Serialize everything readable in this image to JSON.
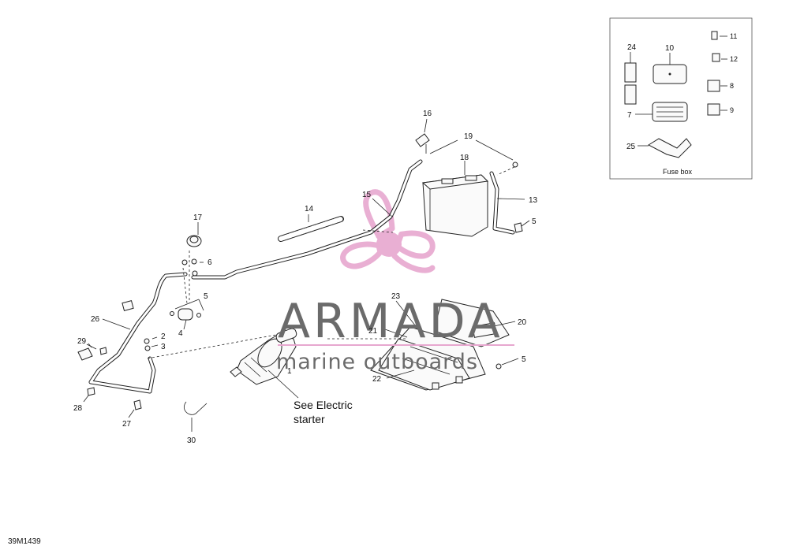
{
  "diagram": {
    "reference_code": "39M1439",
    "callouts": {
      "c1": "1",
      "c3": "3",
      "c2": "2",
      "c4": "4",
      "c5a": "5",
      "c5b": "5",
      "c5c": "5",
      "c6": "6",
      "c13": "13",
      "c14": "14",
      "c15": "15",
      "c16": "16",
      "c17": "17",
      "c18": "18",
      "c19": "19",
      "c20": "20",
      "c21": "21",
      "c22": "22",
      "c23": "23",
      "c26": "26",
      "c27": "27",
      "c28": "28",
      "c29": "29",
      "c30": "30"
    },
    "note_line1": "See Electric",
    "note_line2": "starter"
  },
  "fuse_box": {
    "title": "Fuse box",
    "callouts": {
      "c7": "7",
      "c8": "8",
      "c9": "9",
      "c10": "10",
      "c11": "11",
      "c12": "12",
      "c24": "24",
      "c25": "25"
    }
  },
  "watermark": {
    "brand": "ARMADA",
    "tagline": "marine outboards",
    "colors": {
      "logo": "#e7a7cf",
      "text": "#6b6b6b"
    }
  },
  "icons": {
    "logo": "propeller-logo-icon",
    "starter": "starter-motor-icon",
    "battery": "battery-icon",
    "tray": "battery-tray-icon"
  }
}
